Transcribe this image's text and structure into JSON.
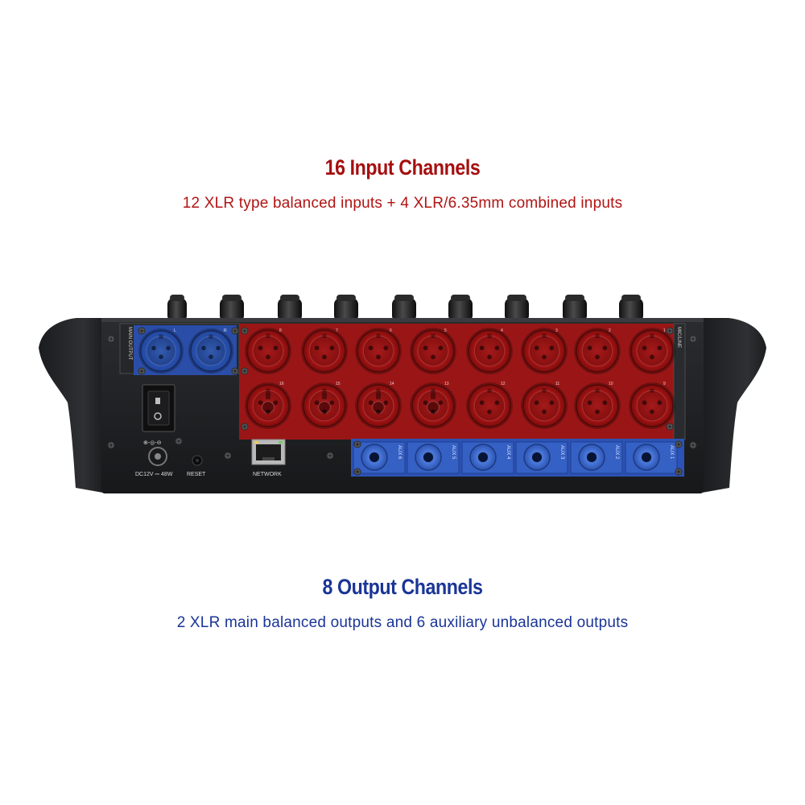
{
  "inputs": {
    "title": "16 Input Channels",
    "description": "12 XLR type balanced inputs + 4 XLR/6.35mm combined inputs",
    "color": "#a50f0f",
    "panel_label": "MIC/LINE",
    "channel_numbers_top": [
      "8",
      "7",
      "6",
      "5",
      "4",
      "3",
      "2",
      "1"
    ],
    "channel_numbers_bottom": [
      "16",
      "15",
      "14",
      "13",
      "12",
      "11",
      "10",
      "9"
    ]
  },
  "outputs": {
    "title": "8 Output Channels",
    "description": "2 XLR main balanced outputs and 6 auxiliary unbalanced outputs",
    "color": "#1a3596",
    "main_output_label": "MAIN OUTPUT",
    "main_output_numbers": [
      "L",
      "R"
    ],
    "aux_labels": [
      "AUX 6",
      "AUX 5",
      "AUX 4",
      "AUX 3",
      "AUX 2",
      "AUX 1"
    ]
  },
  "rear_panel": {
    "power_label": "DC12V ⎓ 48W",
    "reset_label": "RESET",
    "network_label": "NETWORK"
  }
}
